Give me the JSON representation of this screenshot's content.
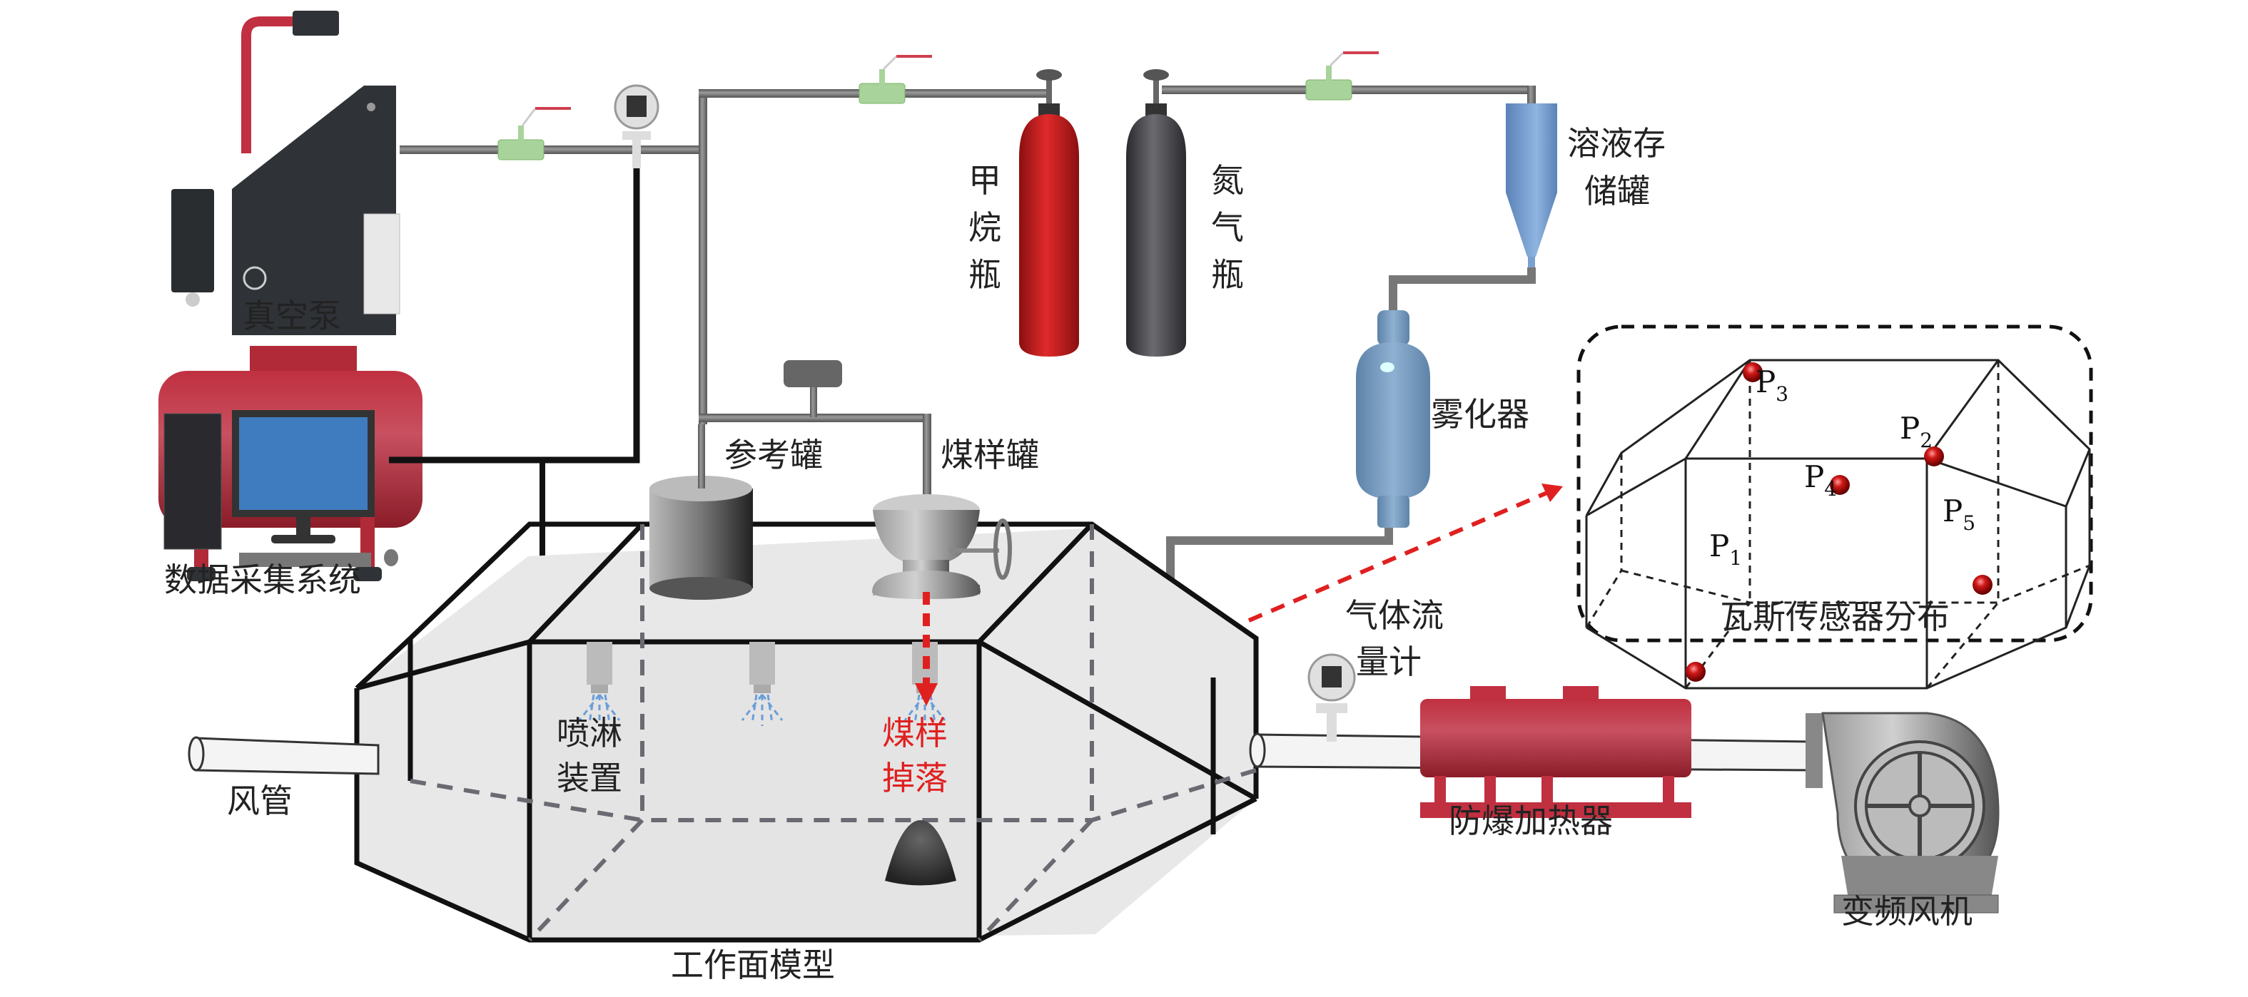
{
  "title": "煤样掉落喷淋降尘瓦斯实验系统示意图",
  "components": {
    "vacuum_pump": {
      "label": "真空泵"
    },
    "data_acquisition": {
      "label": "数据采集系统"
    },
    "methane_cylinder": {
      "label": "甲烷瓶",
      "color": "#d42020"
    },
    "nitrogen_cylinder": {
      "label": "氮气瓶",
      "color": "#4a4a4e"
    },
    "solution_tank": {
      "label_line1": "溶液存",
      "label_line2": "储罐",
      "color": "#6f9ad0"
    },
    "atomizer": {
      "label": "雾化器",
      "color": "#7aa0c4"
    },
    "reference_tank": {
      "label": "参考罐"
    },
    "coal_sample_tank": {
      "label": "煤样罐"
    },
    "spray_device": {
      "label_line1": "喷淋",
      "label_line2": "装置"
    },
    "coal_falling": {
      "label_line1": "煤样",
      "label_line2": "掉落",
      "color": "#e02020"
    },
    "air_duct": {
      "label": "风管"
    },
    "working_face_model": {
      "label": "工作面模型"
    },
    "gas_flowmeter": {
      "label_line1": "气体流",
      "label_line2": "量计"
    },
    "explosion_proof_heater": {
      "label": "防爆加热器",
      "color": "#c0303c"
    },
    "variable_frequency_fan": {
      "label": "变频风机"
    }
  },
  "inset": {
    "title": "瓦斯传感器分布",
    "sensors": [
      {
        "name": "P",
        "sub": "1"
      },
      {
        "name": "P",
        "sub": "2"
      },
      {
        "name": "P",
        "sub": "3"
      },
      {
        "name": "P",
        "sub": "4"
      },
      {
        "name": "P",
        "sub": "5"
      }
    ],
    "sensor_color": "#cc1a1a"
  }
}
